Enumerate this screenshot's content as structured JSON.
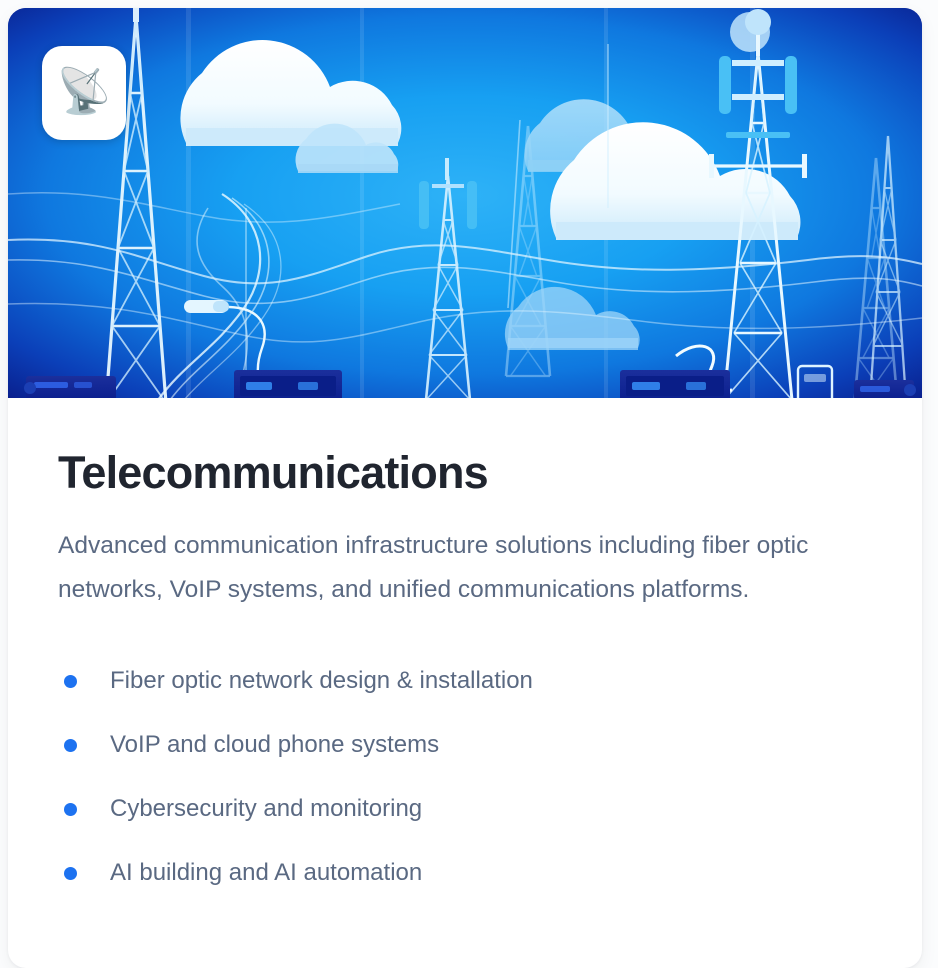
{
  "card": {
    "hero": {
      "alt_description": "Illustration of blue telecommunication towers, antennas, clouds and network cables",
      "badge": {
        "icon_name": "satellite-antenna-icon",
        "glyph": "📡"
      },
      "colors": {
        "corner_navy": "#0b1f9e",
        "center_blue": "#1a9ff0",
        "accent_cyan": "#49c0f5",
        "cloud_white": "#ffffff"
      }
    },
    "title": "Telecommunications",
    "description": "Advanced communication infrastructure solutions including fiber optic networks, VoIP systems, and unified communications platforms.",
    "features": [
      {
        "label": "Fiber optic network design & installation"
      },
      {
        "label": "VoIP and cloud phone systems"
      },
      {
        "label": "Cybersecurity and monitoring"
      },
      {
        "label": "AI building and AI automation"
      }
    ],
    "colors": {
      "title": "#20252f",
      "body_text": "#5a6982",
      "bullet": "#1d72f0",
      "card_background": "#ffffff",
      "page_background": "#fbfcfd"
    }
  }
}
